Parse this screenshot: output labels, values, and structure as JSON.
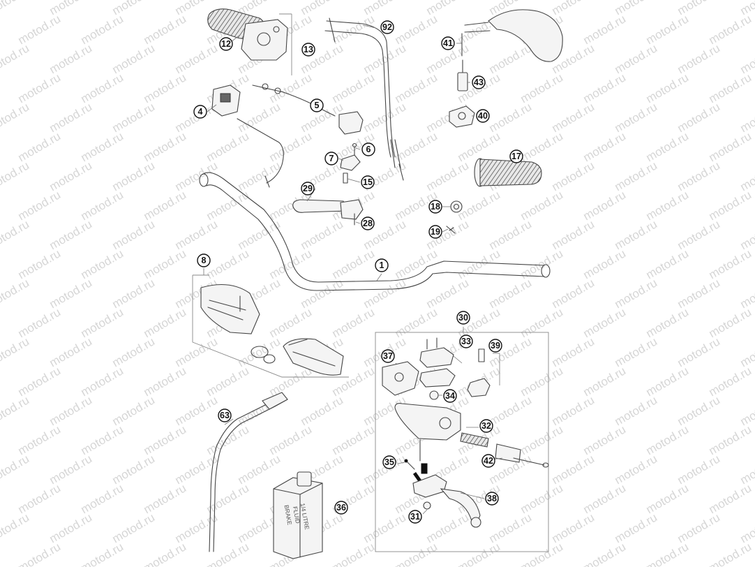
{
  "watermark": "motod.ru",
  "bottle_label": [
    "BRAKE",
    "FLUID",
    "1/4 LITRE"
  ],
  "callouts": [
    {
      "id": "c12",
      "label": "12"
    },
    {
      "id": "c13",
      "label": "13"
    },
    {
      "id": "c92",
      "label": "92"
    },
    {
      "id": "c41",
      "label": "41"
    },
    {
      "id": "c43",
      "label": "43"
    },
    {
      "id": "c4",
      "label": "4"
    },
    {
      "id": "c5",
      "label": "5"
    },
    {
      "id": "c40",
      "label": "40"
    },
    {
      "id": "c7",
      "label": "7"
    },
    {
      "id": "c6",
      "label": "6"
    },
    {
      "id": "c17",
      "label": "17"
    },
    {
      "id": "c15",
      "label": "15"
    },
    {
      "id": "c29",
      "label": "29"
    },
    {
      "id": "c18",
      "label": "18"
    },
    {
      "id": "c28",
      "label": "28"
    },
    {
      "id": "c19",
      "label": "19"
    },
    {
      "id": "c1",
      "label": "1"
    },
    {
      "id": "c8",
      "label": "8"
    },
    {
      "id": "c30",
      "label": "30"
    },
    {
      "id": "c33",
      "label": "33"
    },
    {
      "id": "c37",
      "label": "37"
    },
    {
      "id": "c39",
      "label": "39"
    },
    {
      "id": "c34",
      "label": "34"
    },
    {
      "id": "c63",
      "label": "63"
    },
    {
      "id": "c32",
      "label": "32"
    },
    {
      "id": "c35",
      "label": "35"
    },
    {
      "id": "c42",
      "label": "42"
    },
    {
      "id": "c36",
      "label": "36"
    },
    {
      "id": "c38",
      "label": "38"
    },
    {
      "id": "c31",
      "label": "31"
    }
  ]
}
